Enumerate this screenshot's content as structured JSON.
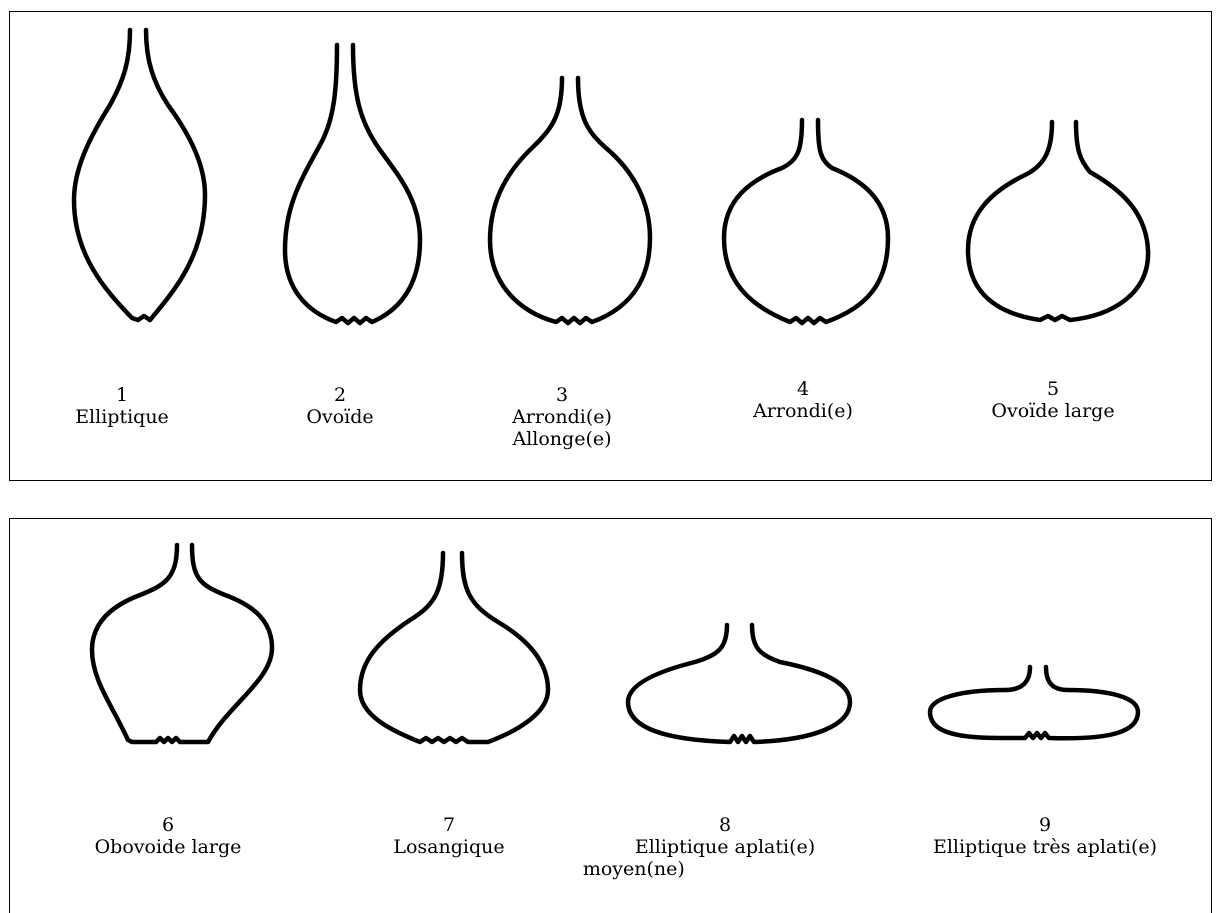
{
  "top_panel": {
    "items": [
      {
        "number": "1",
        "line1": "Elliptique",
        "line2": ""
      },
      {
        "number": "2",
        "line1": "Ovoïde",
        "line2": ""
      },
      {
        "number": "3",
        "line1": "Arrondi(e)",
        "line2": "Allonge(e)"
      },
      {
        "number": "4",
        "line1": "Arrondi(e)",
        "line2": ""
      },
      {
        "number": "5",
        "line1": "Ovoïde large",
        "line2": ""
      }
    ]
  },
  "bottom_panel": {
    "items": [
      {
        "number": "6",
        "line1": "Obovoide large",
        "line2": ""
      },
      {
        "number": "7",
        "line1": "Losangique",
        "line2": ""
      },
      {
        "number": "8",
        "line1": "Elliptique aplati(e)",
        "line2": "moyen(ne)"
      },
      {
        "number": "9",
        "line1": "Elliptique très aplati(e)",
        "line2": ""
      }
    ]
  }
}
